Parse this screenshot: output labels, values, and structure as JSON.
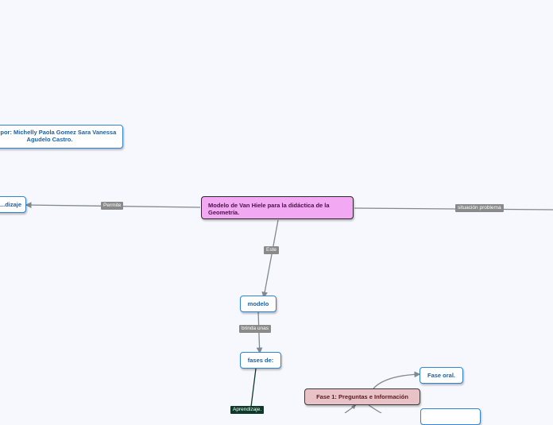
{
  "nodes": {
    "main": "Modelo de Van Hiele para la didáctica de la Geometría.",
    "credit": "...ado por: Michelly Paola Gomez Sara Vanessa Agudelo Castro.",
    "aprendizaje_left": "...dizaje",
    "modelo": "modelo",
    "fases": "fases de:",
    "fase1": "Fase 1: Preguntas e Información",
    "fase_oral": "Fase oral."
  },
  "labels": {
    "permite": "Permite",
    "situacion": "situación problema",
    "este": "Este",
    "brinda": "brinda unas",
    "aprendizaje_bottom": "Aprendizaje."
  },
  "colors": {
    "background": "#f7f8fd",
    "main_node": "#f2a8f2",
    "fase1_node": "#e8c2c6",
    "node_border": "#2f84d6",
    "connector": "#808890",
    "dark_connector": "#0e3a2a"
  }
}
